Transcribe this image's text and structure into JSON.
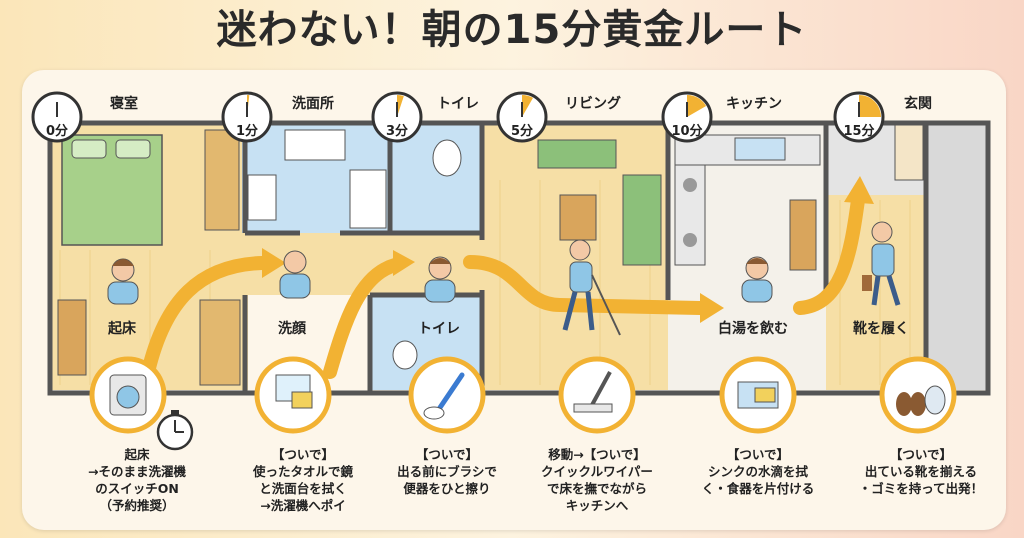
{
  "title": "迷わない！朝の15分黄金ルート",
  "colors": {
    "accent": "#f2b233",
    "wall": "#555555",
    "floor": "#f6dfa6",
    "tile": "#c7e1f3"
  },
  "steps": [
    {
      "room": "寝室",
      "time": "0分",
      "minutes": 0,
      "action": "起床",
      "caption": [
        "起床",
        "→そのまま洗濯機",
        "のスイッチON",
        "（予約推奨）"
      ],
      "icon": "washing-machine-icon"
    },
    {
      "room": "洗面所",
      "time": "1分",
      "minutes": 1,
      "action": "洗顔",
      "caption": [
        "【ついで】",
        "使ったタオルで鏡",
        "と洗面台を拭く",
        "→洗濯機へポイ"
      ],
      "icon": "mirror-towel-icon"
    },
    {
      "room": "トイレ",
      "time": "3分",
      "minutes": 3,
      "action": "トイレ",
      "caption": [
        "【ついで】",
        "出る前にブラシで",
        "便器をひと擦り"
      ],
      "icon": "toilet-brush-icon"
    },
    {
      "room": "リビング",
      "time": "5分",
      "minutes": 5,
      "action": "",
      "caption": [
        "移動→【ついで】",
        "クイックルワイパー",
        "で床を撫でながら",
        "キッチンへ"
      ],
      "icon": "floor-wiper-icon"
    },
    {
      "room": "キッチン",
      "time": "10分",
      "minutes": 10,
      "action": "白湯を飲む",
      "caption": [
        "【ついで】",
        "シンクの水滴を拭",
        "く・食器を片付ける"
      ],
      "icon": "sink-sponge-icon"
    },
    {
      "room": "玄関",
      "time": "15分",
      "minutes": 15,
      "action": "靴を履く",
      "caption": [
        "【ついで】",
        "出ている靴を揃える",
        "・ゴミを持って出発！"
      ],
      "icon": "shoes-trash-icon"
    }
  ]
}
